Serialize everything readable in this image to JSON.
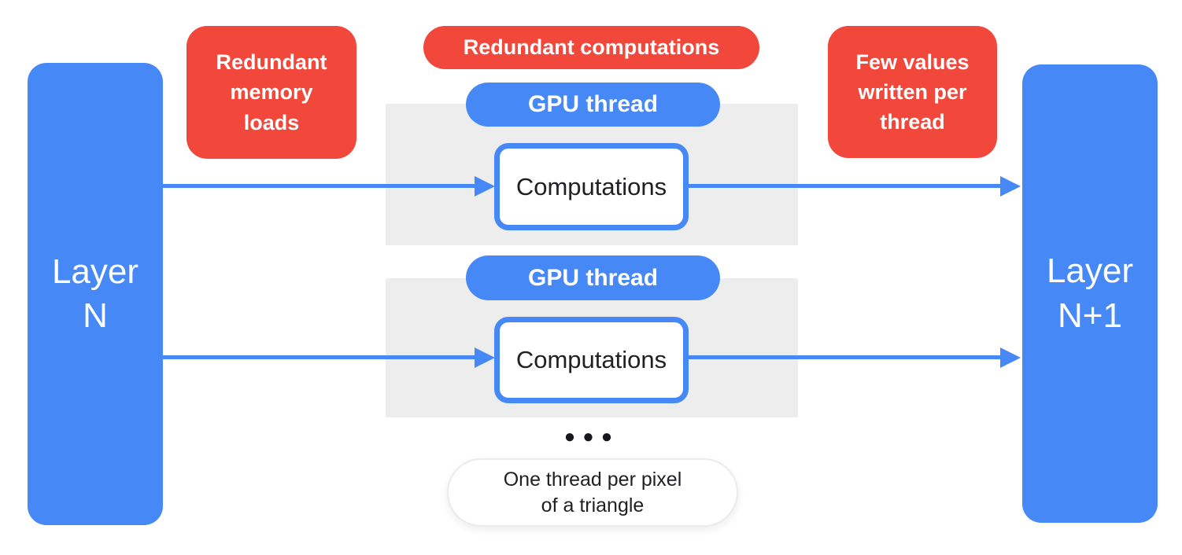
{
  "colors": {
    "blue": "#4688F5",
    "red": "#F2483B",
    "panel_gray": "#EDEDED",
    "text_dark": "#202124",
    "white": "#FFFFFF"
  },
  "layers": {
    "left": {
      "label": "Layer\nN"
    },
    "right": {
      "label": "Layer\nN+1"
    }
  },
  "annotations": {
    "memory_loads": "Redundant\nmemory\nloads",
    "computations": "Redundant computations",
    "values_written": "Few values\nwritten per\nthread"
  },
  "thread_groups": {
    "pill_label": "GPU thread",
    "box_label": "Computations"
  },
  "icons": {
    "ellipsis": "●●●"
  },
  "caption": "One thread per pixel\nof a triangle"
}
